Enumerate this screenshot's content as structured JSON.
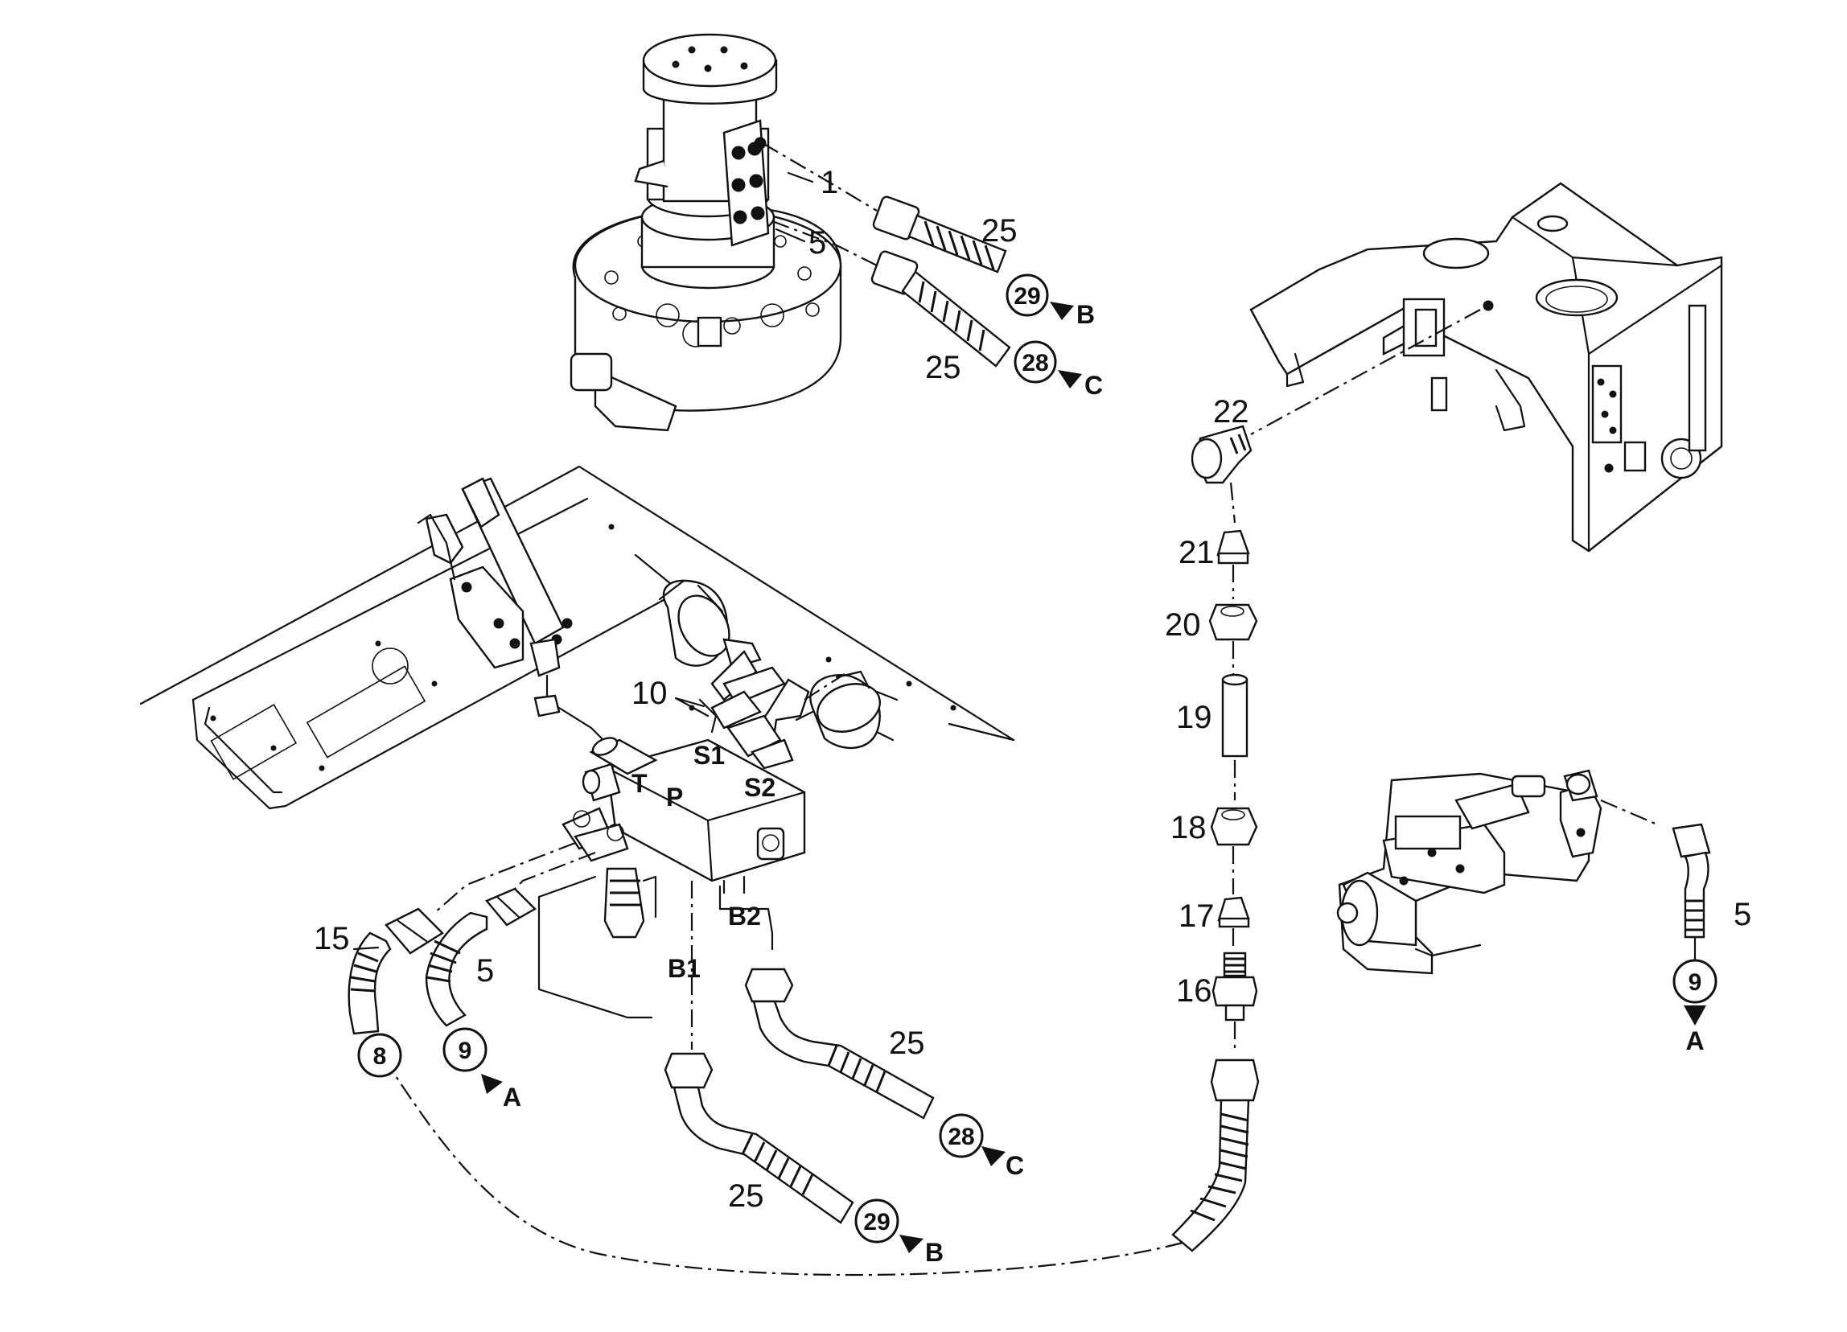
{
  "callouts": {
    "c1": "1",
    "c5_top": "5",
    "c25_top_a": "25",
    "c25_top_b": "25",
    "c22": "22",
    "c21": "21",
    "c20": "20",
    "c19": "19",
    "c18": "18",
    "c17": "17",
    "c16": "16",
    "c10": "10",
    "c15": "15",
    "c5_left": "5",
    "c25_mid": "25",
    "c25_bottom": "25",
    "c5_right": "5"
  },
  "ports": {
    "t": "T",
    "p": "P",
    "s1": "S1",
    "s2": "S2",
    "b1": "B1",
    "b2": "B2"
  },
  "refs": {
    "r29_top": {
      "num": "29",
      "dir": "B"
    },
    "r28_top": {
      "num": "28",
      "dir": "C"
    },
    "r8": {
      "num": "8"
    },
    "r9_left": {
      "num": "9",
      "dir": "A"
    },
    "r28_mid": {
      "num": "28",
      "dir": "C"
    },
    "r29_bottom": {
      "num": "29",
      "dir": "B"
    },
    "r9_right": {
      "num": "9",
      "dir": "A"
    }
  },
  "colors": {
    "line": "#111111",
    "background": "#ffffff"
  }
}
